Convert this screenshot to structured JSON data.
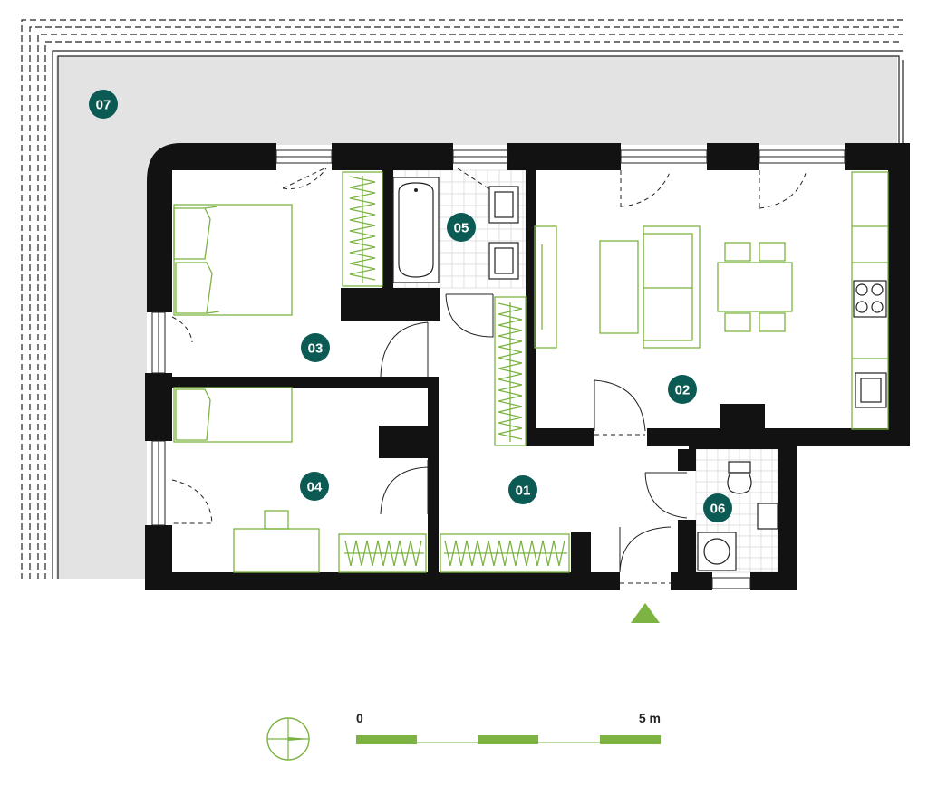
{
  "rooms": [
    {
      "id": "r01",
      "label": "01"
    },
    {
      "id": "r02",
      "label": "02"
    },
    {
      "id": "r03",
      "label": "03"
    },
    {
      "id": "r04",
      "label": "04"
    },
    {
      "id": "r05",
      "label": "05"
    },
    {
      "id": "r06",
      "label": "06"
    },
    {
      "id": "r07",
      "label": "07"
    }
  ],
  "scale_bar": {
    "start_label": "0",
    "end_label": "5 m"
  },
  "colors": {
    "badge": "#0c5a54",
    "walls": "#121212",
    "furniture": "#7cb342",
    "terrace": "#e3e3e3",
    "scale_bar": "#7cb342",
    "entrance_marker": "#7cb342"
  },
  "icons": {
    "compass": "compass-icon",
    "entrance": "entrance-arrow-icon"
  }
}
